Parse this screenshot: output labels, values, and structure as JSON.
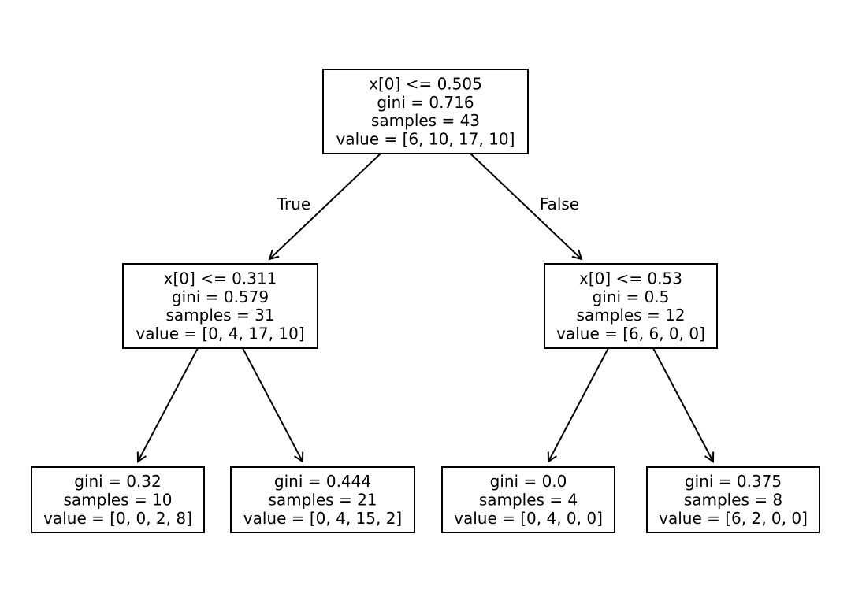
{
  "tree": {
    "nodes": [
      {
        "id": "n0",
        "lines": [
          "x[0] <= 0.505",
          "gini = 0.716",
          "samples = 43",
          "value = [6, 10, 17, 10]"
        ]
      },
      {
        "id": "n1",
        "lines": [
          "x[0] <= 0.311",
          "gini = 0.579",
          "samples = 31",
          "value = [0, 4, 17, 10]"
        ]
      },
      {
        "id": "n2",
        "lines": [
          "x[0] <= 0.53",
          "gini = 0.5",
          "samples = 12",
          "value = [6, 6, 0, 0]"
        ]
      },
      {
        "id": "n3",
        "lines": [
          "gini = 0.32",
          "samples = 10",
          "value = [0, 0, 2, 8]"
        ]
      },
      {
        "id": "n4",
        "lines": [
          "gini = 0.444",
          "samples = 21",
          "value = [0, 4, 15, 2]"
        ]
      },
      {
        "id": "n5",
        "lines": [
          "gini = 0.0",
          "samples = 4",
          "value = [0, 4, 0, 0]"
        ]
      },
      {
        "id": "n6",
        "lines": [
          "gini = 0.375",
          "samples = 8",
          "value = [6, 2, 0, 0]"
        ]
      }
    ],
    "edges": [
      {
        "from": "n0",
        "to": "n1",
        "label": "True"
      },
      {
        "from": "n0",
        "to": "n2",
        "label": "False"
      },
      {
        "from": "n1",
        "to": "n3",
        "label": ""
      },
      {
        "from": "n1",
        "to": "n4",
        "label": ""
      },
      {
        "from": "n2",
        "to": "n5",
        "label": ""
      },
      {
        "from": "n2",
        "to": "n6",
        "label": ""
      }
    ]
  },
  "colors": {
    "box_fill": "#ffffff",
    "box_stroke": "#000000",
    "text": "#000000",
    "edge": "#000000"
  }
}
